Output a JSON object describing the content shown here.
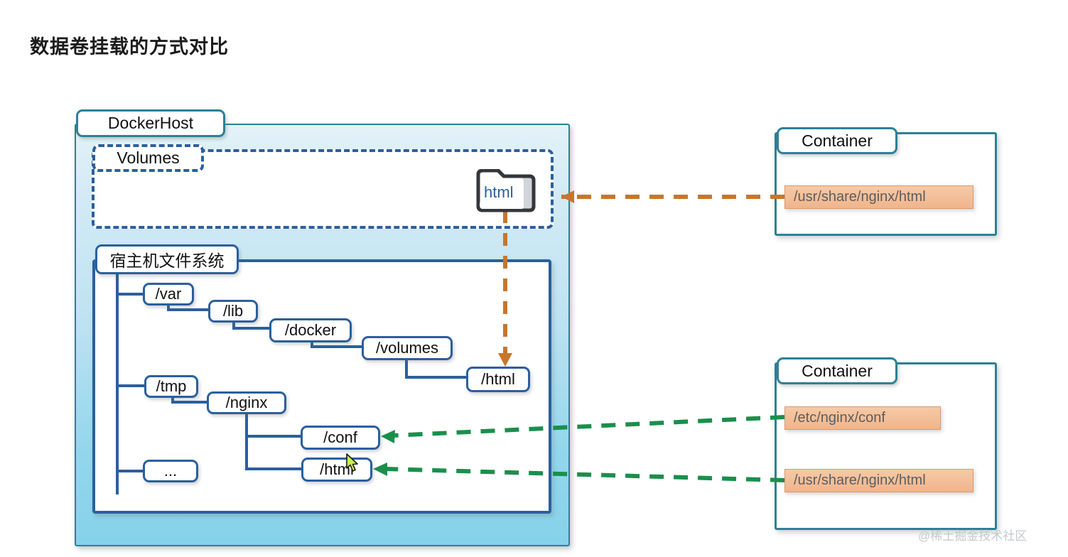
{
  "page": {
    "title": "数据卷挂载的方式对比",
    "watermark": "@稀土掘金技术社区",
    "background": "#ffffff"
  },
  "colors": {
    "teal_border": "#2b8296",
    "navy_border": "#2b5f9e",
    "orange_flow": "#c8762b",
    "green_flow": "#1a8f4c",
    "chip_fill": "#f0b58c",
    "chip_text": "#5d5d5d",
    "host_panel_top": "#e3f2f8",
    "host_panel_bottom": "#86d2ea"
  },
  "docker_host": {
    "label": "DockerHost",
    "volumes": {
      "label": "Volumes",
      "folder": {
        "icon": "folder-icon",
        "label": "html"
      }
    },
    "host_filesystem": {
      "label": "宿主机文件系统",
      "tree": [
        {
          "label": "/var",
          "depth": 1
        },
        {
          "label": "/lib",
          "depth": 2
        },
        {
          "label": "/docker",
          "depth": 3
        },
        {
          "label": "/volumes",
          "depth": 4
        },
        {
          "label": "/html",
          "depth": 5
        },
        {
          "label": "/tmp",
          "depth": 1
        },
        {
          "label": "/nginx",
          "depth": 2
        },
        {
          "label": "/conf",
          "depth": 3
        },
        {
          "label": "/html",
          "depth": 3
        },
        {
          "label": "...",
          "depth": 1
        }
      ]
    }
  },
  "containers": [
    {
      "label": "Container",
      "mounts": [
        {
          "path": "/usr/share/nginx/html",
          "link_color": "orange"
        }
      ]
    },
    {
      "label": "Container",
      "mounts": [
        {
          "path": "/etc/nginx/conf",
          "link_color": "green"
        },
        {
          "path": "/usr/share/nginx/html",
          "link_color": "green"
        }
      ]
    }
  ],
  "flows": [
    {
      "name": "volume-mount-html",
      "color": "#c8762b",
      "style": "dashed",
      "from": "container-top:/usr/share/nginx/html",
      "to": "volumes:html-folder"
    },
    {
      "name": "volume-to-hostpath",
      "color": "#c8762b",
      "style": "dashed",
      "from": "volumes:html-folder",
      "to": "hostfs:/html"
    },
    {
      "name": "bind-mount-conf",
      "color": "#1a8f4c",
      "style": "dashed",
      "from": "container-bottom:/etc/nginx/conf",
      "to": "hostfs:/conf"
    },
    {
      "name": "bind-mount-html",
      "color": "#1a8f4c",
      "style": "dashed",
      "from": "container-bottom:/usr/share/nginx/html",
      "to": "hostfs:/html"
    }
  ]
}
